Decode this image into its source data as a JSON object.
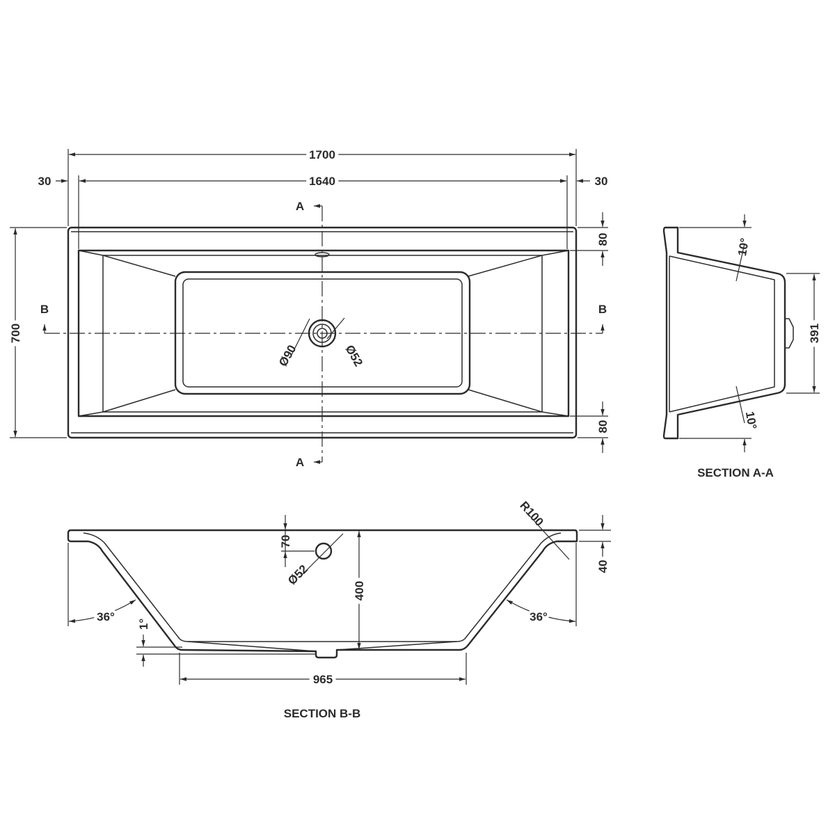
{
  "plan": {
    "overall_length": "1700",
    "inner_length": "1640",
    "rim_left": "30",
    "rim_right": "30",
    "overall_width": "700",
    "rim_top": "80",
    "rim_bottom": "80",
    "waste_outer_dia": "Ø90",
    "waste_inner_dia": "Ø52",
    "section_a_top": "A",
    "section_a_bottom": "A",
    "section_b_left": "B",
    "section_b_right": "B"
  },
  "section_aa": {
    "title": "SECTION A-A",
    "angle_top": "10°",
    "angle_bottom": "10°",
    "base_width": "391"
  },
  "section_bb": {
    "title": "SECTION B-B",
    "overflow_offset": "70",
    "overflow_dia": "Ø52",
    "depth": "400",
    "rim_depth": "40",
    "radius": "R100",
    "angle_left": "36°",
    "angle_right": "36°",
    "floor_slope": "1°",
    "base_length": "965"
  }
}
